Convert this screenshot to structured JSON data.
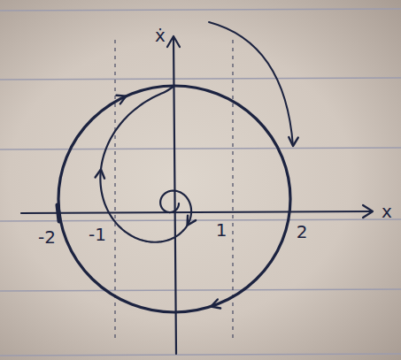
{
  "diagram": {
    "labels": [
      "ẋ",
      "x",
      "-2",
      "-1",
      "1",
      "2"
    ]
  }
}
